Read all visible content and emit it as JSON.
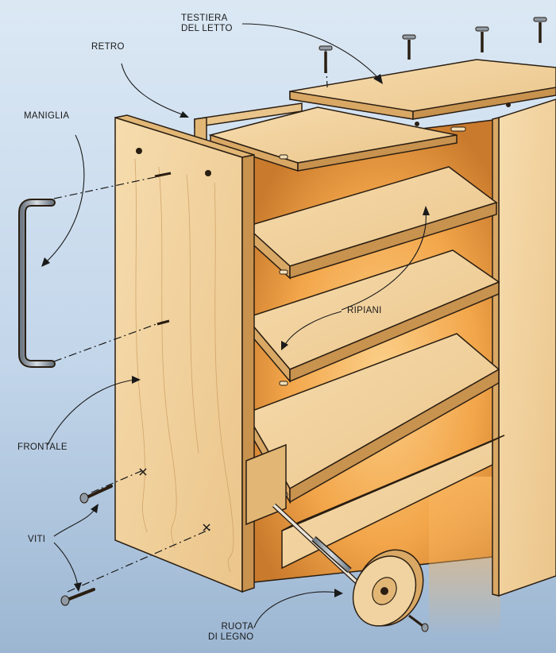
{
  "labels": {
    "testiera_line1": "TESTIERA",
    "testiera_line2": "DEL LETTO",
    "retro": "RETRO",
    "maniglia": "MANIGLIA",
    "ripiani": "RIPIANI",
    "frontale": "FRONTALE",
    "viti": "VITI",
    "ruota_line1": "RUOTA",
    "ruota_line2": "DI LEGNO"
  },
  "colors": {
    "background_top": "#cfe0f0",
    "background_bottom": "#9fb8d3",
    "wood": "#f0d3a0",
    "wood_edge": "#d9a865",
    "interior_glow": "#f2a94a",
    "outline": "#2a1e12",
    "metal": "#8f9aa5"
  }
}
